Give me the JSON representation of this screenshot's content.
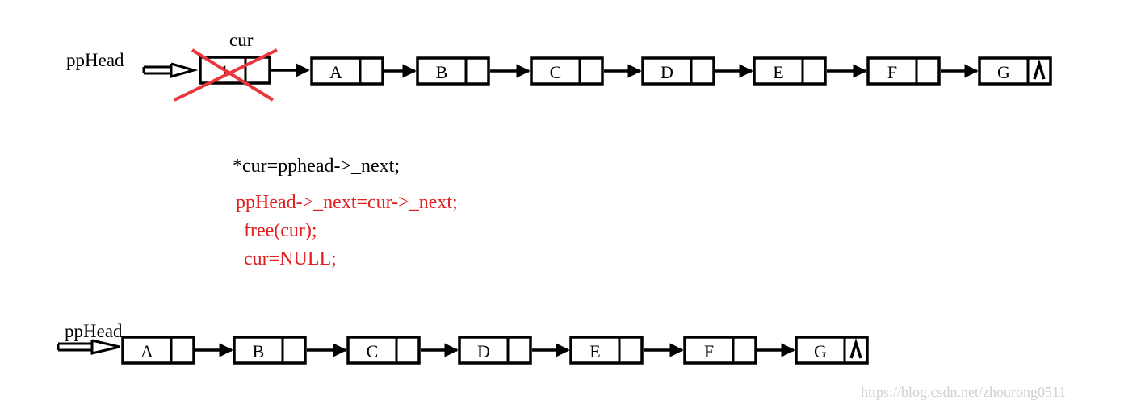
{
  "colors": {
    "ink": "#000000",
    "code_red": "#e02020",
    "cross_red": "#e8383d",
    "watermark": "#cfcfcf"
  },
  "top_list": {
    "head_label": "ppHead",
    "cur_label": "cur",
    "deleted_node": {
      "value": "1",
      "crossed_out": true
    },
    "nodes": [
      "A",
      "B",
      "C",
      "D",
      "E",
      "F",
      "G"
    ]
  },
  "code": {
    "line1": "*cur=pphead->_next;",
    "line2": "ppHead->_next=cur->_next;",
    "line3": " free(cur);",
    "line4": " cur=NULL;"
  },
  "bottom_list": {
    "head_label": "ppHead",
    "nodes": [
      "A",
      "B",
      "C",
      "D",
      "E",
      "F",
      "G"
    ]
  },
  "watermark": "https://blog.csdn.net/zhourong0511"
}
